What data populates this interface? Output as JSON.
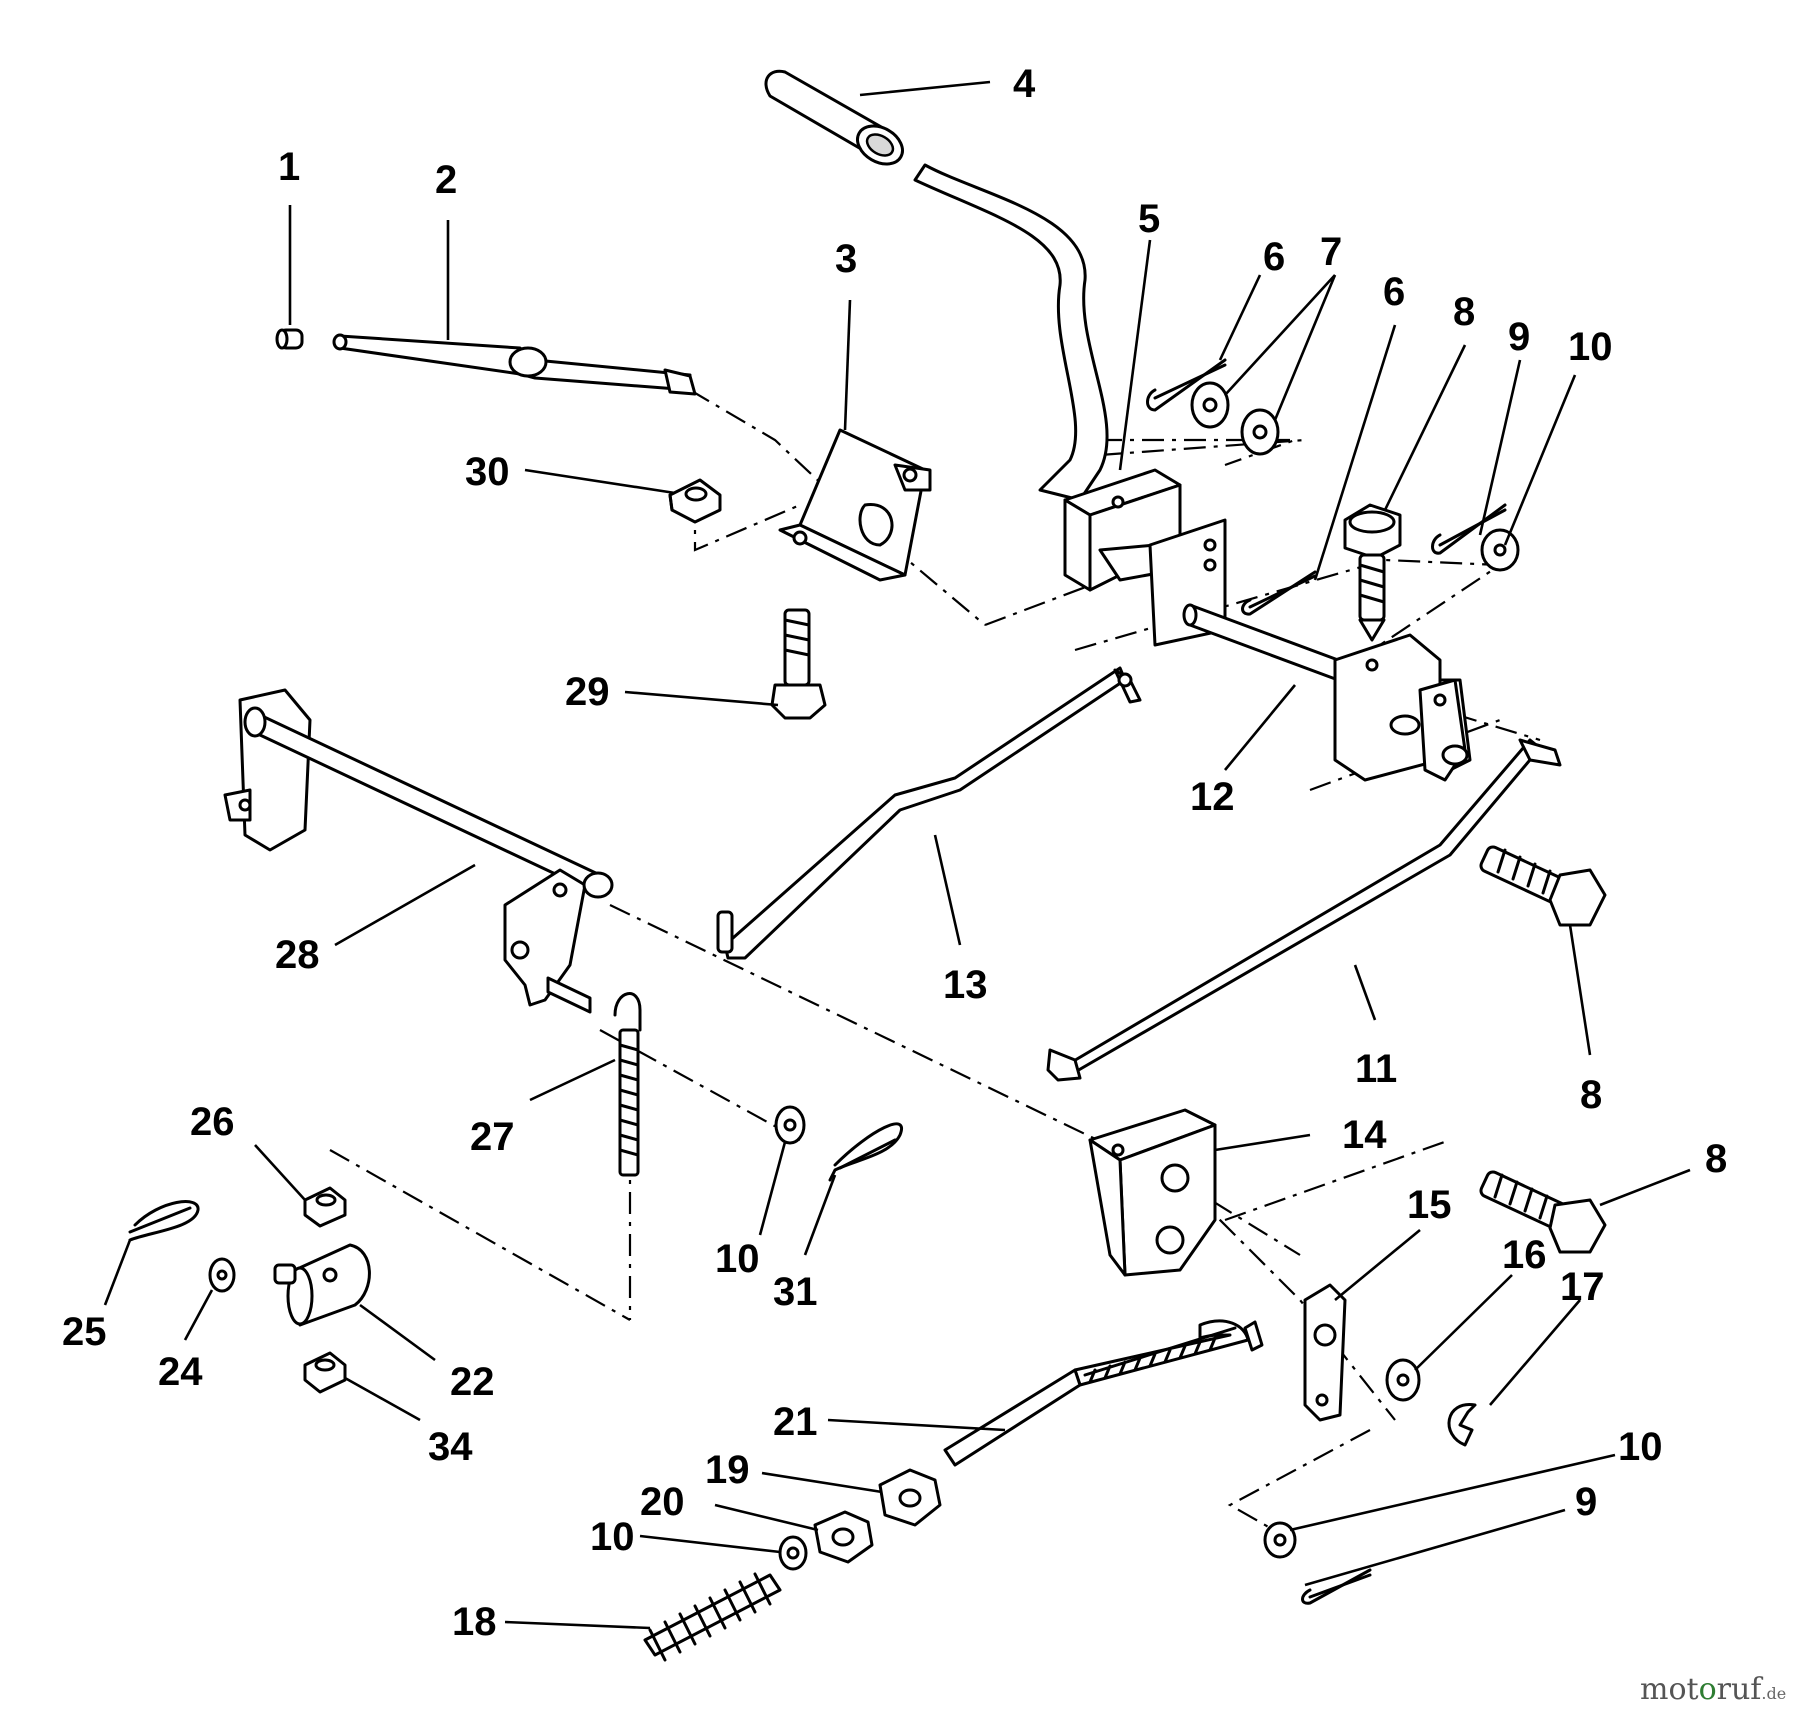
{
  "diagram": {
    "callouts": [
      {
        "id": "c1",
        "text": "1"
      },
      {
        "id": "c2",
        "text": "2"
      },
      {
        "id": "c3",
        "text": "3"
      },
      {
        "id": "c4",
        "text": "4"
      },
      {
        "id": "c5",
        "text": "5"
      },
      {
        "id": "c6a",
        "text": "6"
      },
      {
        "id": "c7",
        "text": "7"
      },
      {
        "id": "c6b",
        "text": "6"
      },
      {
        "id": "c8a",
        "text": "8"
      },
      {
        "id": "c9a",
        "text": "9"
      },
      {
        "id": "c10a",
        "text": "10"
      },
      {
        "id": "c30",
        "text": "30"
      },
      {
        "id": "c29",
        "text": "29"
      },
      {
        "id": "c12",
        "text": "12"
      },
      {
        "id": "c28",
        "text": "28"
      },
      {
        "id": "c13",
        "text": "13"
      },
      {
        "id": "c8b",
        "text": "8"
      },
      {
        "id": "c11",
        "text": "11"
      },
      {
        "id": "c26",
        "text": "26"
      },
      {
        "id": "c27",
        "text": "27"
      },
      {
        "id": "c14",
        "text": "14"
      },
      {
        "id": "c8c",
        "text": "8"
      },
      {
        "id": "c10b",
        "text": "10"
      },
      {
        "id": "c31",
        "text": "31"
      },
      {
        "id": "c15",
        "text": "15"
      },
      {
        "id": "c16",
        "text": "16"
      },
      {
        "id": "c17",
        "text": "17"
      },
      {
        "id": "c25",
        "text": "25"
      },
      {
        "id": "c24",
        "text": "24"
      },
      {
        "id": "c22",
        "text": "22"
      },
      {
        "id": "c34",
        "text": "34"
      },
      {
        "id": "c21",
        "text": "21"
      },
      {
        "id": "c10c",
        "text": "10"
      },
      {
        "id": "c19",
        "text": "19"
      },
      {
        "id": "c20",
        "text": "20"
      },
      {
        "id": "c9b",
        "text": "9"
      },
      {
        "id": "c10d",
        "text": "10"
      },
      {
        "id": "c18",
        "text": "18"
      }
    ]
  },
  "watermark": {
    "brand_prefix": "mot",
    "brand_o": "o",
    "brand_suffix": "ruf",
    "tld": ".de"
  }
}
